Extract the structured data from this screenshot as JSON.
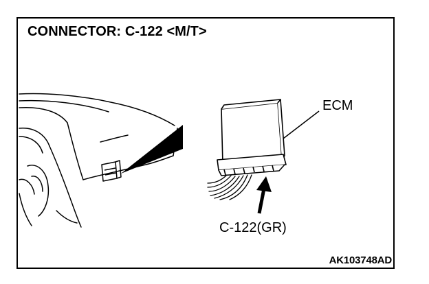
{
  "title": "CONNECTOR: C-122 <M/T>",
  "labels": {
    "ecm": "ECM",
    "connector": "C-122(GR)",
    "figure_code": "AK103748AD"
  },
  "colors": {
    "ink": "#000000",
    "paper": "#ffffff"
  },
  "icons": {
    "dashboard": "instrument-panel-outline",
    "ecm": "ecm-module",
    "arrow": "pointer-arrow"
  }
}
